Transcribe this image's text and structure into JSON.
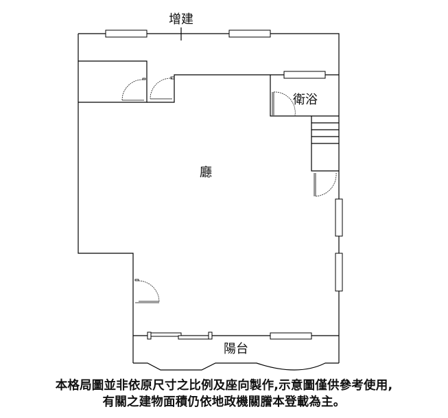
{
  "rooms": {
    "extension": "增建",
    "bathroom": "衛浴",
    "living_room": "廳",
    "balcony": "陽台"
  },
  "disclaimer": {
    "line1": "本格局圖並非依原尺寸之比例及座向製作,示意圖僅供參考使用,",
    "line2": "有關之建物面積仍依地政機關謄本登載為主。"
  }
}
